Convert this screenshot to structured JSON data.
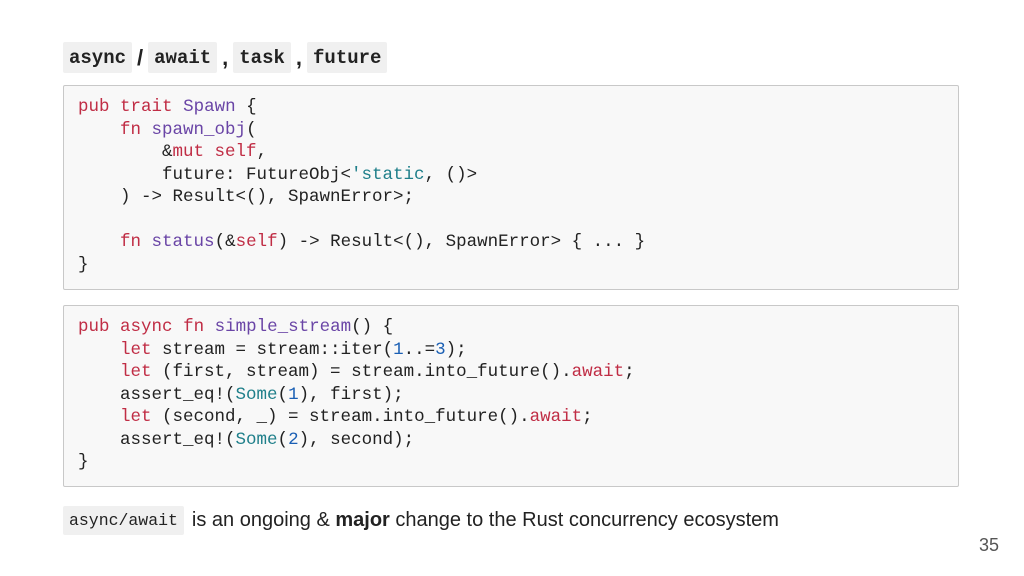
{
  "title": {
    "code1": "async",
    "sep1": "/",
    "code2": "await",
    "sep2": ",",
    "code3": "task",
    "sep3": ",",
    "code4": "future"
  },
  "code_block_1": {
    "l1": {
      "a": "pub",
      "b": " ",
      "c": "trait",
      "d": " ",
      "e": "Spawn",
      "f": " {"
    },
    "l2": {
      "a": "    ",
      "b": "fn",
      "c": " ",
      "d": "spawn_obj",
      "e": "("
    },
    "l3": {
      "a": "        &",
      "b": "mut",
      "c": " ",
      "d": "self",
      "e": ","
    },
    "l4": {
      "a": "        future: FutureObj<",
      "b": "'static",
      "c": ", ()>"
    },
    "l5": {
      "a": "    ) -> Result<(), SpawnError>;"
    },
    "l6": {
      "a": ""
    },
    "l7": {
      "a": "    ",
      "b": "fn",
      "c": " ",
      "d": "status",
      "e": "(&",
      "f": "self",
      "g": ") -> Result<(), SpawnError> { ... }"
    },
    "l8": {
      "a": "}"
    }
  },
  "code_block_2": {
    "l1": {
      "a": "pub",
      "b": " ",
      "c": "async",
      "d": " ",
      "e": "fn",
      "f": " ",
      "g": "simple_stream",
      "h": "() {"
    },
    "l2": {
      "a": "    ",
      "b": "let",
      "c": " stream = stream::iter(",
      "d": "1",
      "e": "..=",
      "f": "3",
      "g": ");"
    },
    "l3": {
      "a": "    ",
      "b": "let",
      "c": " (first, stream) = stream.into_future().",
      "d": "await",
      "e": ";"
    },
    "l4": {
      "a": "    assert_eq!(",
      "b": "Some",
      "c": "(",
      "d": "1",
      "e": "), first);"
    },
    "l5": {
      "a": "    ",
      "b": "let",
      "c": " (second, _) = stream.into_future().",
      "d": "await",
      "e": ";"
    },
    "l6": {
      "a": "    assert_eq!(",
      "b": "Some",
      "c": "(",
      "d": "2",
      "e": "), second);"
    },
    "l7": {
      "a": "}"
    }
  },
  "footer": {
    "code": "async/await",
    "text_before": "is an ongoing & ",
    "bold": "major",
    "text_after": " change to the Rust concurrency ecosystem"
  },
  "page_number": "35",
  "colors": {
    "keyword": "#c02d45",
    "function": "#6a45a6",
    "literal": "#1f7f8a",
    "number": "#1a5fb4",
    "code_bg": "#f8f8f8"
  }
}
